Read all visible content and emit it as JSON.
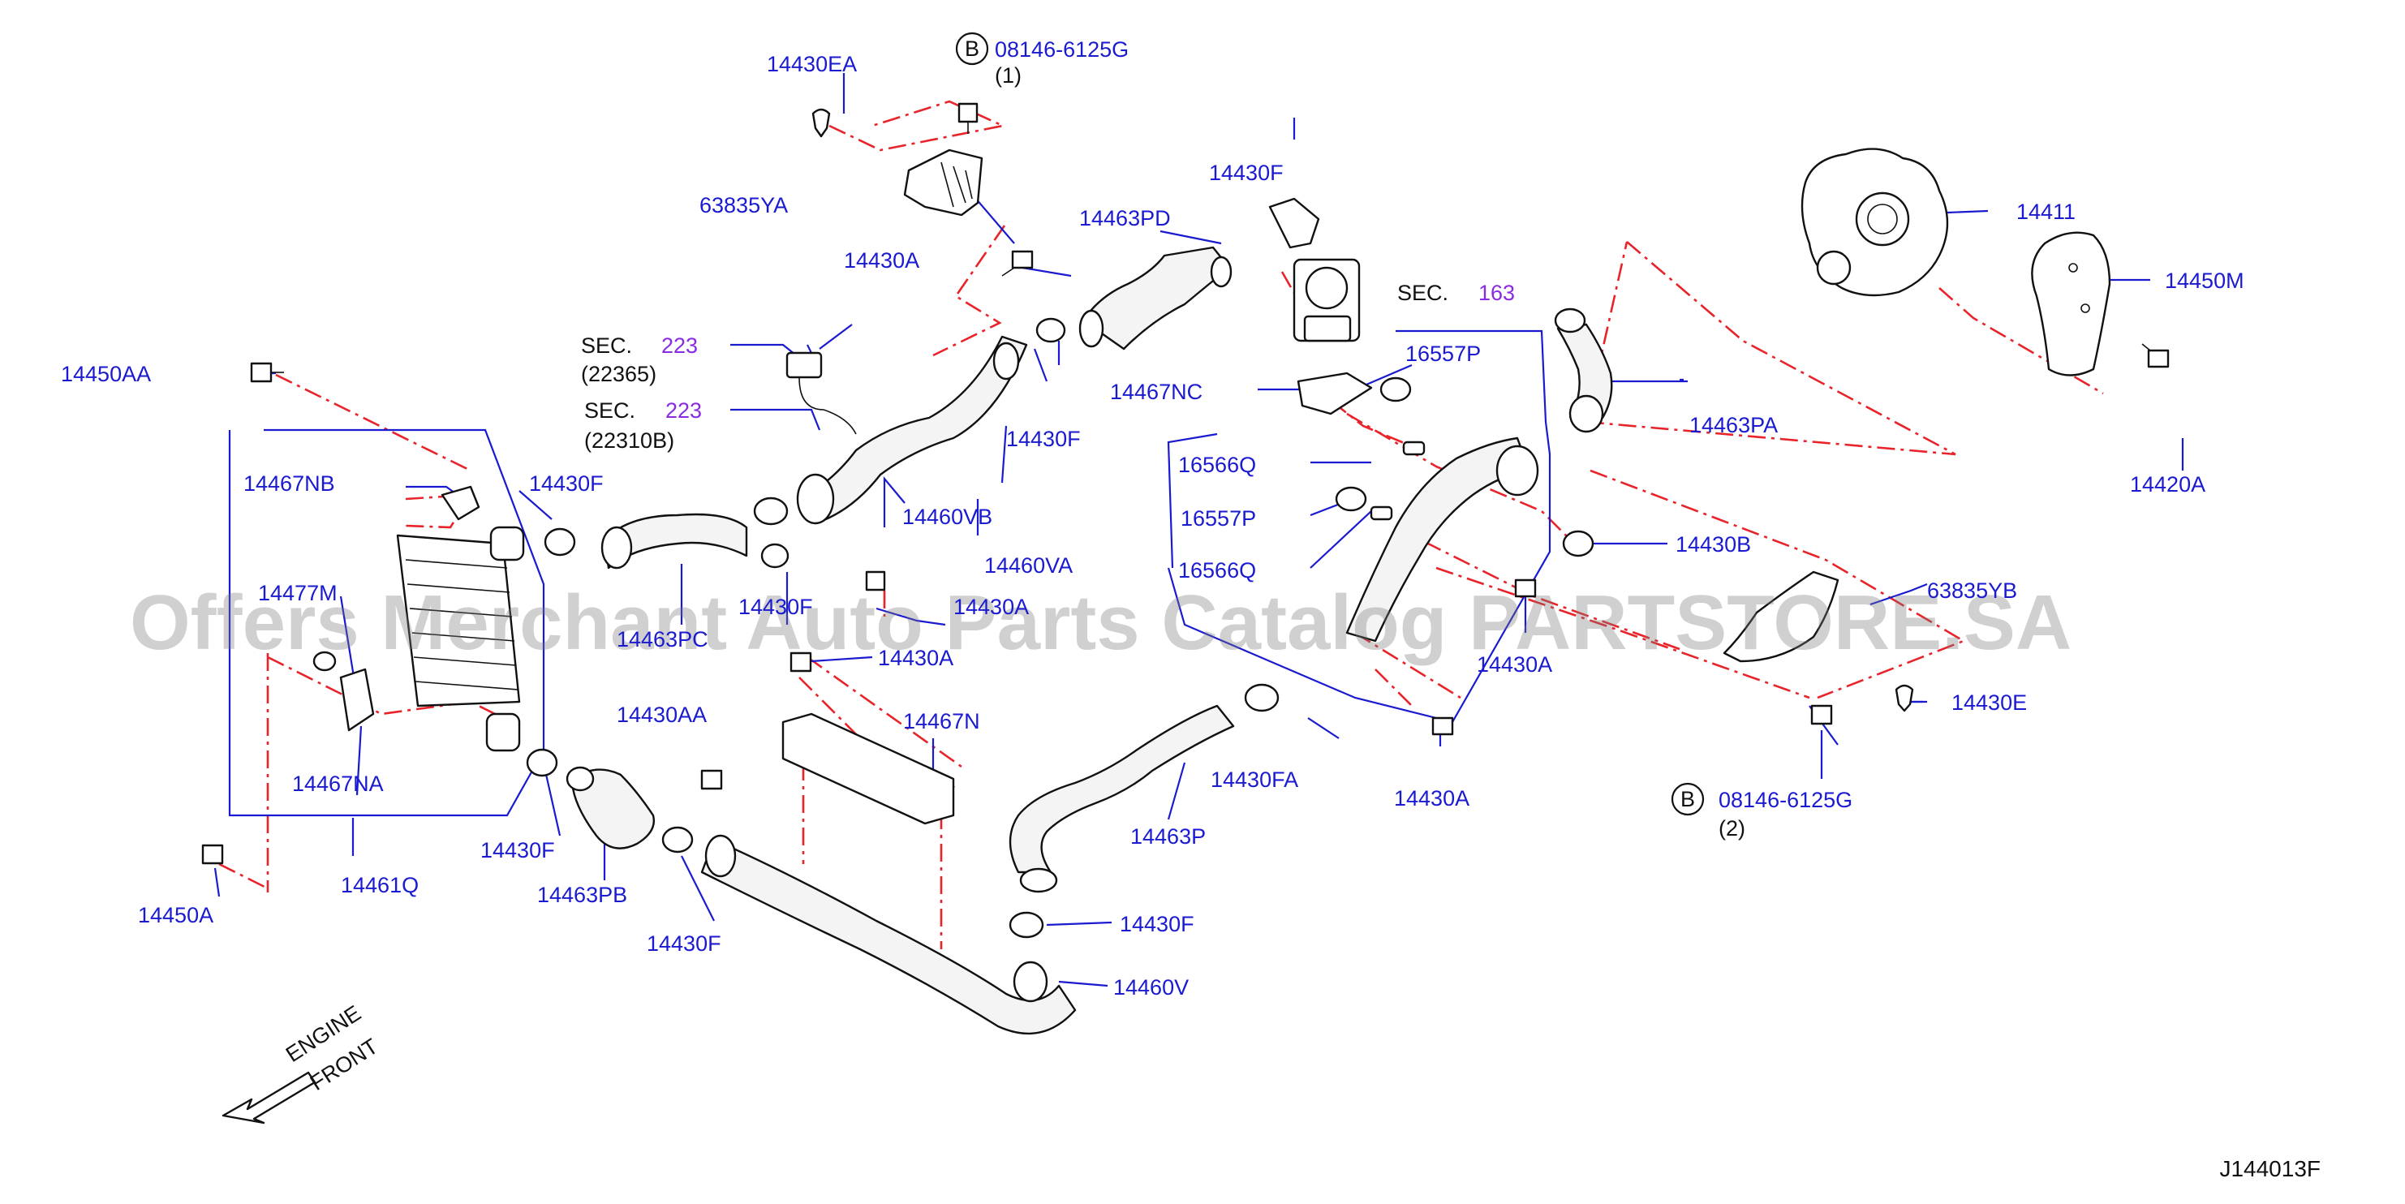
{
  "diagram_code": "J144013F",
  "watermark": "Offers Merchant Auto Parts Catalog PARTSTORE.SA",
  "direction": {
    "line1": "ENGINE",
    "line2": "FRONT"
  },
  "bolt_refs": {
    "b1": {
      "mark": "B",
      "part": "08146-6125G",
      "qty": "(1)"
    },
    "b2": {
      "mark": "B",
      "part": "08146-6125G",
      "qty": "(2)"
    }
  },
  "sections": {
    "s1": {
      "prefix": "SEC.",
      "number": "223",
      "sub": "(22365)"
    },
    "s2": {
      "prefix": "SEC.",
      "number": "223",
      "sub": "(22310B)"
    },
    "s3": {
      "prefix": "SEC.",
      "number": "163"
    }
  },
  "parts": {
    "p14430EA": "14430EA",
    "p63835YA": "63835YA",
    "p14430A_top": "14430A",
    "p14463PD": "14463PD",
    "p14430F_top": "14430F",
    "p14411": "14411",
    "p14450M": "14450M",
    "p14420A": "14420A",
    "p14450AA": "14450AA",
    "p14467NC": "14467NC",
    "p16557P_a": "16557P",
    "p14463PA": "14463PA",
    "p14430F_mid": "14430F",
    "p14467NB": "14467NB",
    "p14430F_left": "14430F",
    "p16566Q_a": "16566Q",
    "p16557P_b": "16557P",
    "p14460VB": "14460VB",
    "p14430B": "14430B",
    "p14460VA": "14460VA",
    "p16566Q_b": "16566Q",
    "p14477M": "14477M",
    "p14463PC": "14463PC",
    "p14430F_c": "14430F",
    "p14430A_c": "14430A",
    "p63835YB": "63835YB",
    "p14430A_r": "14430A",
    "p14430A_d": "14430A",
    "p14430E": "14430E",
    "p14430AA": "14430AA",
    "p14467N": "14467N",
    "p14467NA": "14467NA",
    "p14430FA": "14430FA",
    "p14430A_b": "14430A",
    "p14463P": "14463P",
    "p14430F_l2": "14430F",
    "p14461Q": "14461Q",
    "p14463PB": "14463PB",
    "p14450A": "14450A",
    "p14430F_b": "14430F",
    "p14430F_bot": "14430F",
    "p14460V": "14460V"
  }
}
